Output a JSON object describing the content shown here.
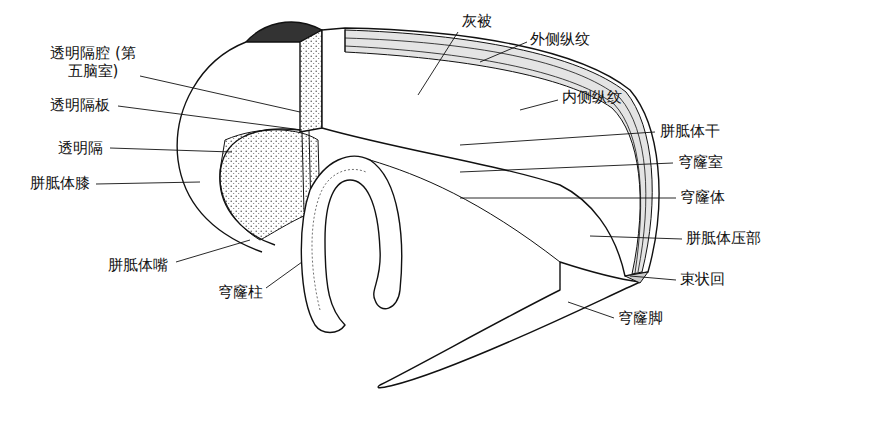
{
  "diagram": {
    "labels": [
      "透明隔腔 (第五脑室)",
      "灰被",
      "外侧纵纹",
      "透明隔板",
      "内侧纵纹",
      "胼胝体干",
      "透明隔",
      "穹窿室",
      "胼胝体膝",
      "穹窿体",
      "胼胝体压部",
      "胼胝体嘴",
      "束状回",
      "穹窿柱",
      "穹窿脚"
    ]
  }
}
